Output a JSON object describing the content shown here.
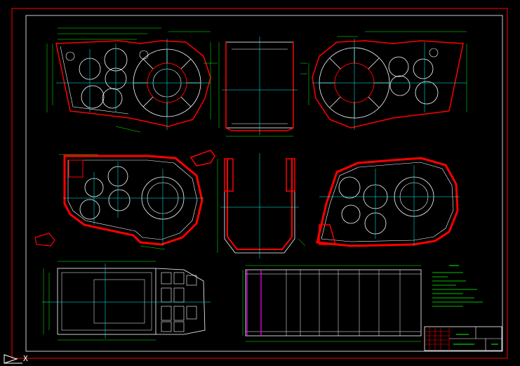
{
  "drawing": {
    "background": "#000000",
    "frame_color": "#ff0000",
    "inner_frame_color": "#ffffff",
    "geometry_color": "#ffffff",
    "section_color": "#ff0000",
    "centerline_color": "#00ffff",
    "dimension_color": "#00ff00",
    "highlight_color": "#ff00ff"
  },
  "ucs": {
    "x_label": "X",
    "icon": "ucs-icon"
  },
  "title_block": {
    "title_label": "",
    "drawing_no": "",
    "scale_label": ""
  },
  "notes": {
    "heading": "",
    "lines": [
      "",
      "",
      "",
      "",
      "",
      "",
      "",
      "",
      ""
    ]
  },
  "views": [
    {
      "name": "top-left-housing-view"
    },
    {
      "name": "top-center-section-view"
    },
    {
      "name": "top-right-housing-view"
    },
    {
      "name": "middle-left-housing-section"
    },
    {
      "name": "middle-center-section"
    },
    {
      "name": "middle-right-housing-section"
    },
    {
      "name": "bottom-left-plan-view"
    },
    {
      "name": "bottom-center-development-view"
    }
  ]
}
